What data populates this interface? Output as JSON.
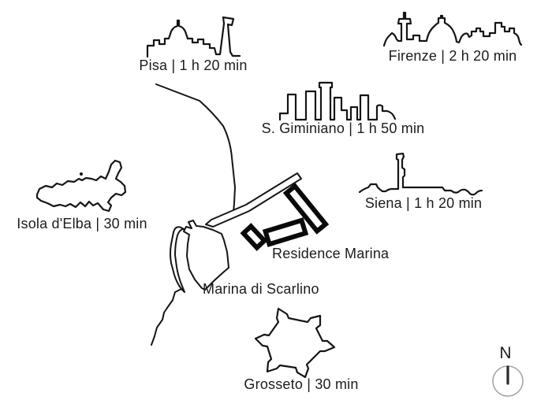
{
  "title": "Residence Marina travel-time map",
  "colors": {
    "background": "#ffffff",
    "ink": "#151515",
    "compass_circle": "#a6a6a6",
    "compass_needle": "#2b2b2b"
  },
  "labels": {
    "pisa": "Pisa | 1 h 20 min",
    "firenze": "Firenze | 2 h 20 min",
    "san_giminiano": "S. Giminiano | 1 h 50 min",
    "siena": "Siena | 1 h 20 min",
    "isola_elba": "Isola d'Elba | 30 min",
    "residence_marina": "Residence Marina",
    "marina_di_scarlino": "Marina di Scarlino",
    "grosseto": "Grosseto | 30 min"
  },
  "destinations": [
    {
      "name": "Pisa",
      "time": "1 h 20 min"
    },
    {
      "name": "Firenze",
      "time": "2 h 20 min"
    },
    {
      "name": "S. Giminiano",
      "time": "1 h 50 min"
    },
    {
      "name": "Siena",
      "time": "1 h 20 min"
    },
    {
      "name": "Isola d'Elba",
      "time": "30 min"
    },
    {
      "name": "Grosseto",
      "time": "30 min"
    }
  ],
  "compass": {
    "north_label": "N"
  }
}
